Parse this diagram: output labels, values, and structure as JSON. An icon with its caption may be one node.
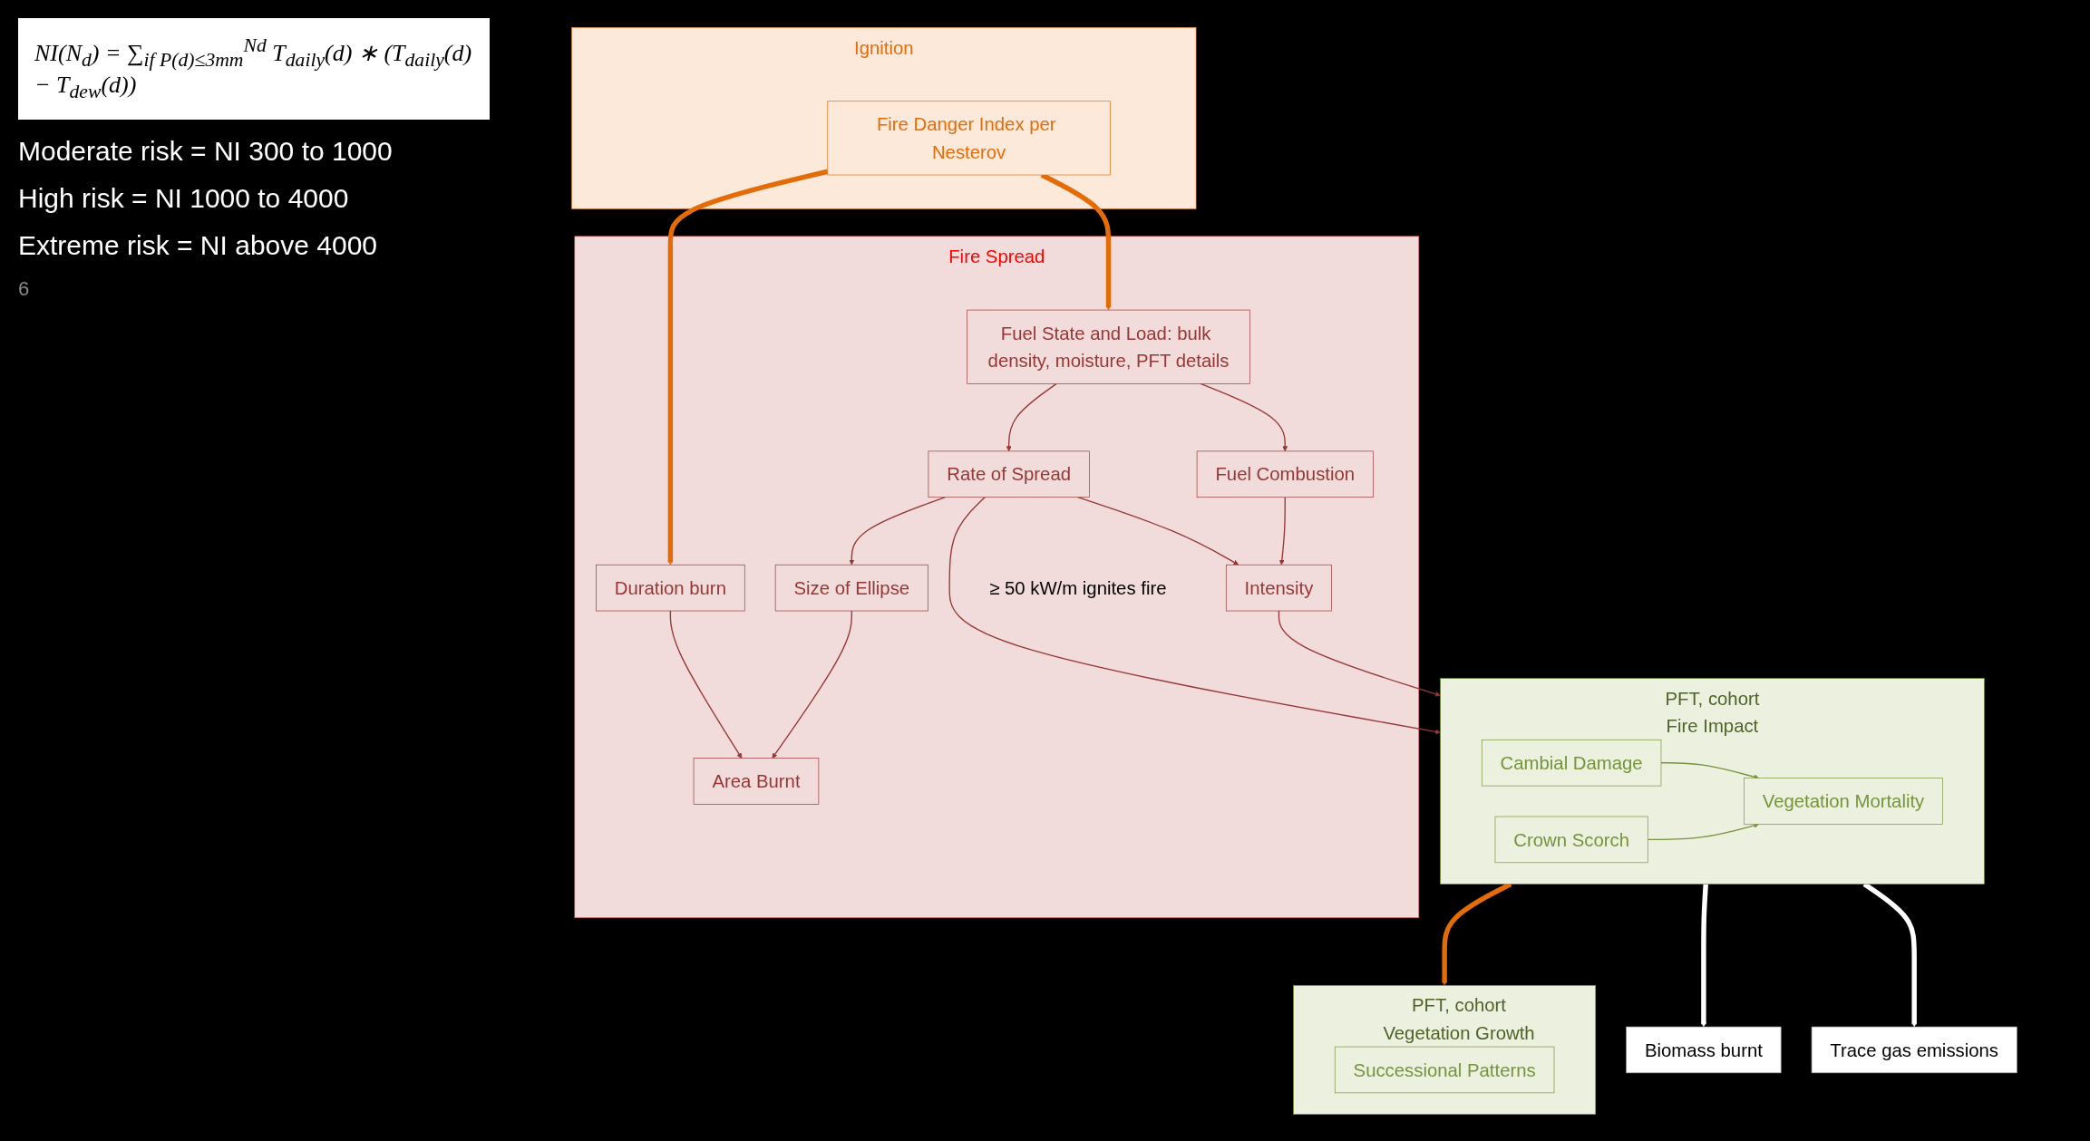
{
  "diagram": {
    "nodes": [
      {
        "text": [
          "Ignition"
        ]
      },
      {
        "text": [
          "Fire Danger Index per Nesterov"
        ],
        "in": 0
      },
      {
        "text": [
          "Fire Spread"
        ]
      },
      {
        "text": [
          "Fuel State and Load: bulk density, moisture, PFT details"
        ],
        "in": 2
      },
      {
        "text": [
          "Rate of Spread"
        ],
        "in": 2
      },
      {
        "text": [
          "Duration burn"
        ],
        "in": 2
      },
      {
        "text": [
          "Size of Ellipse"
        ],
        "in": 2
      },
      {
        "text": [
          "Area Burnt"
        ],
        "in": 2
      },
      {
        "text": [
          "Fuel Combustion"
        ],
        "in": 2
      },
      {
        "text": [
          "Intensity"
        ],
        "in": 2,
        "beside": [
          "≥ 50 kW/m ignites fire"
        ]
      },
      {
        "text": [
          "PFT, cohort",
          "Vegetation Growth"
        ]
      },
      {
        "text": [
          "Successional Patterns"
        ],
        "in": 10
      },
      {
        "text": [
          "PFT, cohort",
          "Fire Impact"
        ]
      },
      {
        "text": [
          "Cambial Damage"
        ],
        "in": 12
      },
      {
        "text": [
          "Crown Scorch"
        ],
        "in": 12
      },
      {
        "text": [
          "Vegetation Mortality"
        ],
        "in": 12
      },
      {
        "text": [
          "Biomass burnt"
        ]
      },
      {
        "text": [
          "Trace gas emissions"
        ]
      }
    ],
    "edges": [
      {
        "from": 1,
        "to": 3,
        "arrow": "to",
        "style": "thick",
        "color": "#e36c09"
      },
      {
        "from": 1,
        "to": 5,
        "arrow": "to",
        "style": "thick",
        "color": "#e36c09"
      },
      {
        "from": 3,
        "to": 4,
        "arrow": "to"
      },
      {
        "from": 3,
        "to": 8,
        "arrow": "to"
      },
      {
        "from": 4,
        "to": 6,
        "arrow": "to"
      },
      {
        "from": 4,
        "to": 9,
        "arrow": "to"
      },
      {
        "from": 4,
        "to": 12,
        "arrow": "to"
      },
      {
        "from": 5,
        "to": 7,
        "arrow": "to"
      },
      {
        "from": 6,
        "to": 7,
        "arrow": "to"
      },
      {
        "from": 8,
        "to": 9,
        "arrow": "to"
      },
      {
        "from": 9,
        "to": 12,
        "arrow": "to"
      },
      {
        "from": 13,
        "to": 15,
        "arrow": "to",
        "color": "#77933c"
      },
      {
        "from": 14,
        "to": 15,
        "arrow": "to",
        "color": "#77933c"
      },
      {
        "from": 12,
        "to": 10,
        "arrow": "to",
        "style": "thick",
        "color": "#e36c09"
      },
      {
        "from": 12,
        "to": 16,
        "arrow": "to",
        "style": "thick",
        "color": "#ffffff"
      },
      {
        "from": 12,
        "to": 17,
        "arrow": "to",
        "style": "thick",
        "color": "#ffffff"
      }
    ],
    "labels": [
      "NI(N$_{d}$) = ∑$_{if P(d)≤3mm}$$^{Nd}$ T$_{daily}$(d) ∗ (T$_{daily}$(d) − T$_{dew}$(d))",
      "Moderate risk = NI 300 to 1000",
      "High risk = NI 1000 to 4000",
      "Extreme risk = NI above 4000",
      "6"
    ]
  }
}
